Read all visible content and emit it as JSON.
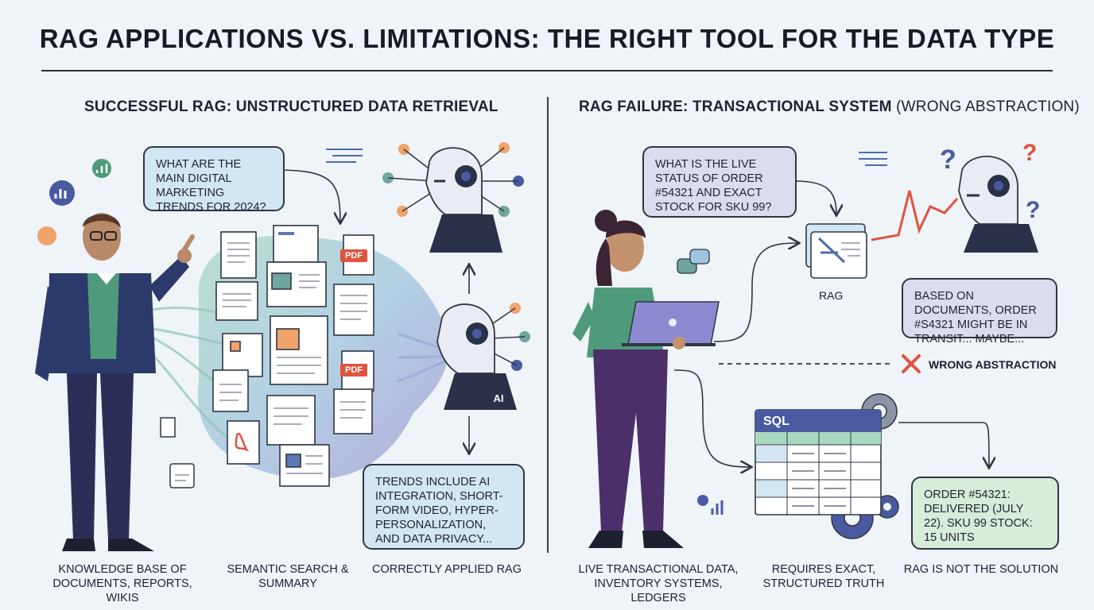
{
  "title": "RAG APPLICATIONS VS. LIMITATIONS: THE RIGHT TOOL FOR THE DATA TYPE",
  "left": {
    "heading": "SUCCESSFUL RAG: UNSTRUCTURED DATA RETRIEVAL",
    "question": "WHAT ARE THE MAIN DIGITAL MARKETING TRENDS FOR 2024?",
    "answer": "TRENDS INCLUDE AI INTEGRATION, SHORT-FORM VIDEO, HYPER-PERSONALIZATION, AND DATA PRIVACY...",
    "pdf_label": "PDF",
    "ai_label": "AI",
    "captions": [
      "KNOWLEDGE BASE OF DOCUMENTS, REPORTS, WIKIS",
      "SEMANTIC SEARCH & SUMMARY",
      "CORRECTLY APPLIED RAG"
    ]
  },
  "right": {
    "heading_main": "RAG FAILURE: TRANSACTIONAL SYSTEM",
    "heading_sub": "(WRONG ABSTRACTION)",
    "question": "WHAT IS THE LIVE STATUS OF ORDER #54321 AND EXACT STOCK FOR SKU 99?",
    "rag_label": "RAG",
    "rag_answer": "BASED ON DOCUMENTS, ORDER #S4321 MIGHT BE IN TRANSIT... MAYBE...",
    "wrong_label": "WRONG ABSTRACTION",
    "sql_label": "SQL",
    "sql_answer": "ORDER #54321: DELIVERED (JULY 22). SKU 99 STOCK: 15 UNITS",
    "captions": [
      "LIVE TRANSACTIONAL DATA, INVENTORY SYSTEMS, LEDGERS",
      "REQUIRES EXACT, STRUCTURED TRUTH",
      "RAG IS NOT THE SOLUTION"
    ]
  },
  "colors": {
    "blue_bubble": "#d3e6f4",
    "purple_bubble": "#dcdcef",
    "green_bubble": "#d7ecd9",
    "error_red": "#e0533f",
    "navy": "#2c3a6b"
  }
}
